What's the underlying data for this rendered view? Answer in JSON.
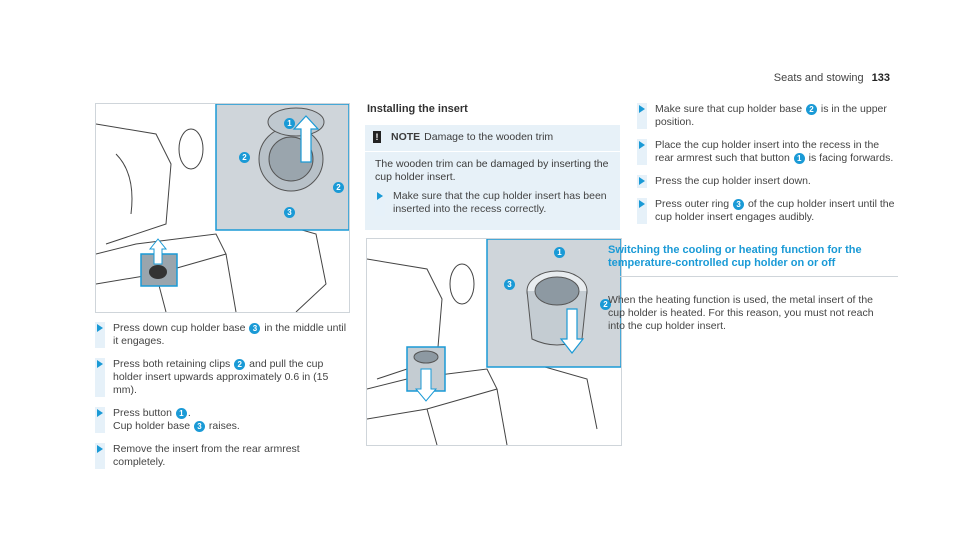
{
  "header": {
    "section": "Seats and stowing",
    "page": "133"
  },
  "left_steps": [
    {
      "before": "Press down cup holder base ",
      "badge": "3",
      "after": " in the middle until it engages."
    },
    {
      "before": "Press both retaining clips ",
      "badge": "2",
      "after": " and pull the cup holder insert upwards approximately 0.6 in (15 mm)."
    },
    {
      "before": "Press button ",
      "badge": "1",
      "after": ".",
      "line2_before": "Cup holder base ",
      "line2_badge": "3",
      "line2_after": " raises."
    },
    {
      "before": "Remove the insert from the rear armrest completely.",
      "badge": "",
      "after": ""
    }
  ],
  "middle": {
    "heading": "Installing the insert",
    "note": {
      "label": "NOTE",
      "title": "Damage to the wooden trim",
      "text": "The wooden trim can be damaged by inserting the cup holder insert.",
      "step": "Make sure that the cup holder insert has been inserted into the recess correctly."
    }
  },
  "right_steps": [
    {
      "before": "Make sure that cup holder base ",
      "badge": "2",
      "after": " is in the upper position."
    },
    {
      "before": "Place the cup holder insert into the recess in the rear armrest such that button ",
      "badge": "1",
      "after": " is facing forwards."
    },
    {
      "before": "Press the cup holder insert down.",
      "badge": "",
      "after": ""
    },
    {
      "before": "Press outer ring ",
      "badge": "3",
      "after": " of the cup holder insert until the cup holder insert engages audibly."
    }
  ],
  "subheading": "Switching the cooling or heating function for the temperature-controlled cup holder on or off",
  "paragraph": "When the heating function is used, the metal insert of the cup holder is heated. For this reason, you must not reach into the cup holder insert.",
  "figure1_callouts": [
    "1",
    "2",
    "2",
    "3"
  ],
  "figure2_callouts": [
    "1",
    "3",
    "2"
  ],
  "colors": {
    "accent": "#1a9ad6",
    "note_bg": "#e7f1f8"
  }
}
